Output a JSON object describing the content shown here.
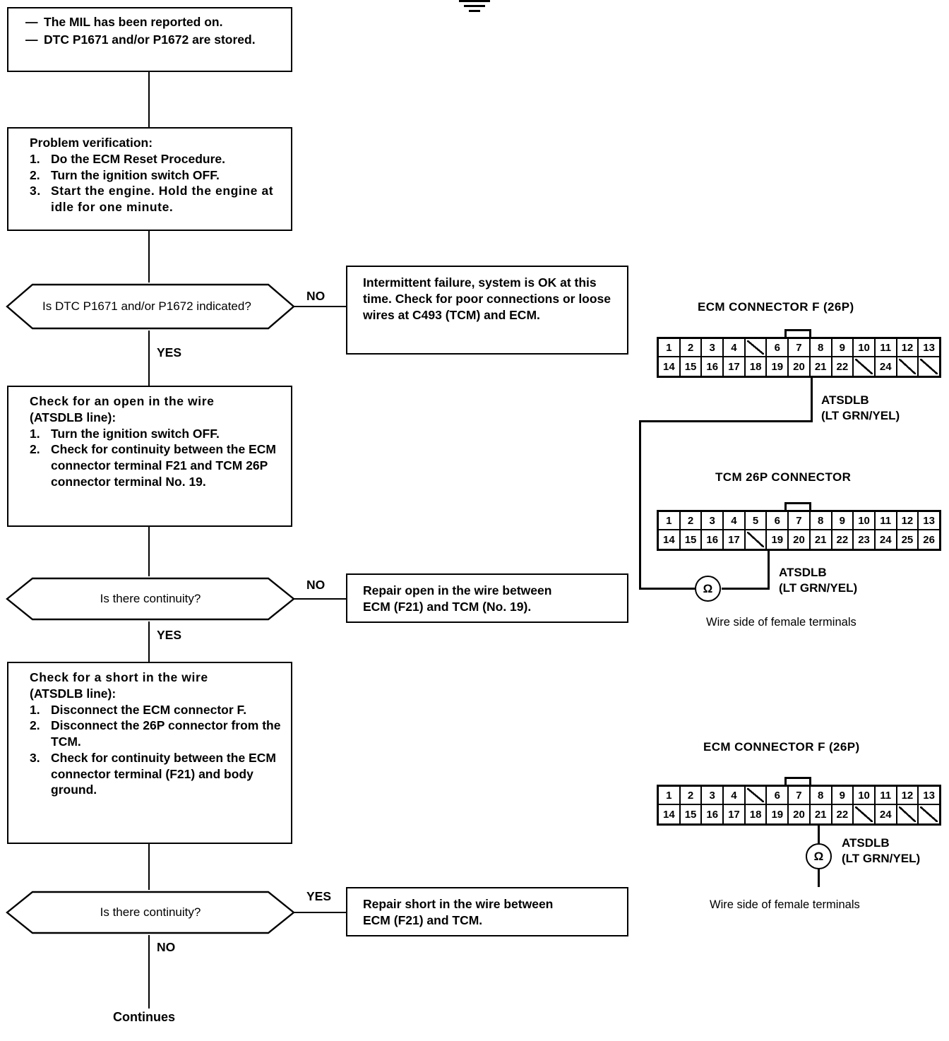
{
  "document": {
    "type": "automotive-troubleshooting-flowchart",
    "subject": "DTC P1671 / P1672 ATSDLB line diagnosis"
  },
  "symptom_box": {
    "bullet_marker": "—",
    "lines": [
      "The MIL has been reported on.",
      "DTC P1671 and/or P1672 are stored."
    ]
  },
  "problem_verification": {
    "heading": "Problem verification:",
    "steps": [
      {
        "num": "1.",
        "text": "Do the ECM Reset Procedure."
      },
      {
        "num": "2.",
        "text": "Turn the ignition switch OFF."
      },
      {
        "num": "3.",
        "text": "Start the engine. Hold the engine at idle for one minute."
      }
    ]
  },
  "decision_1": {
    "question": "Is DTC P1671 and/or P1672 indicated?",
    "no_label": "NO",
    "yes_label": "YES"
  },
  "intermittent_box": {
    "text": "Intermittent failure, system is OK at this time. Check for poor connections or loose wires at C493 (TCM) and ECM."
  },
  "check_open": {
    "heading_line1": "Check for an open in the wire",
    "heading_line2": "(ATSDLB line):",
    "steps": [
      {
        "num": "1.",
        "text": "Turn the ignition switch OFF."
      },
      {
        "num": "2.",
        "text": "Check for continuity between the ECM connector terminal F21 and TCM 26P connector terminal No. 19."
      }
    ]
  },
  "decision_2": {
    "question": "Is there continuity?",
    "no_label": "NO",
    "yes_label": "YES"
  },
  "repair_open_box": {
    "line1": "Repair open in the wire between",
    "line2": "ECM (F21) and TCM (No. 19)."
  },
  "check_short": {
    "heading_line1": "Check for a short in the wire",
    "heading_line2": "(ATSDLB line):",
    "steps": [
      {
        "num": "1.",
        "text": "Disconnect the ECM connector F."
      },
      {
        "num": "2.",
        "text": "Disconnect the 26P connector from the TCM."
      },
      {
        "num": "3.",
        "text": "Check for continuity between the ECM connector terminal (F21) and body ground."
      }
    ]
  },
  "decision_3": {
    "question": "Is there continuity?",
    "yes_label": "YES",
    "no_label": "NO"
  },
  "repair_short_box": {
    "line1": "Repair short in the wire between",
    "line2": "ECM (F21) and TCM."
  },
  "continues_label": "Continues",
  "connectors": [
    {
      "id": "ecm-f-top",
      "title": "ECM CONNECTOR F (26P)",
      "top_row": [
        "1",
        "2",
        "3",
        "4",
        "",
        "6",
        "7",
        "8",
        "9",
        "10",
        "11",
        "12",
        "13"
      ],
      "bottom_row": [
        "14",
        "15",
        "16",
        "17",
        "18",
        "19",
        "20",
        "21",
        "22",
        "",
        "24",
        "",
        ""
      ],
      "tab_over_cell": 7,
      "wire": {
        "from_cell": "21",
        "label_line1": "ATSDLB",
        "label_line2": "(LT GRN/YEL)"
      },
      "footnote": ""
    },
    {
      "id": "tcm-26p",
      "title": "TCM 26P CONNECTOR",
      "top_row": [
        "1",
        "2",
        "3",
        "4",
        "5",
        "6",
        "7",
        "8",
        "9",
        "10",
        "11",
        "12",
        "13"
      ],
      "bottom_row": [
        "14",
        "15",
        "16",
        "17",
        "",
        "19",
        "20",
        "21",
        "22",
        "23",
        "24",
        "25",
        "26"
      ],
      "tab_over_cell": 7,
      "wire": {
        "from_cell": "19",
        "label_line1": "ATSDLB",
        "label_line2": "(LT GRN/YEL)"
      },
      "meter_symbol": "Ω",
      "footnote": "Wire side of female terminals"
    },
    {
      "id": "ecm-f-bottom",
      "title": "ECM CONNECTOR F (26P)",
      "top_row": [
        "1",
        "2",
        "3",
        "4",
        "",
        "6",
        "7",
        "8",
        "9",
        "10",
        "11",
        "12",
        "13"
      ],
      "bottom_row": [
        "14",
        "15",
        "16",
        "17",
        "18",
        "19",
        "20",
        "21",
        "22",
        "",
        "24",
        "",
        ""
      ],
      "tab_over_cell": 7,
      "wire": {
        "from_cell": "21",
        "label_line1": "ATSDLB",
        "label_line2": "(LT GRN/YEL)"
      },
      "meter_symbol": "Ω",
      "footnote": "Wire side of female terminals"
    }
  ],
  "colors": {
    "ink": "#000000",
    "paper": "#ffffff"
  }
}
